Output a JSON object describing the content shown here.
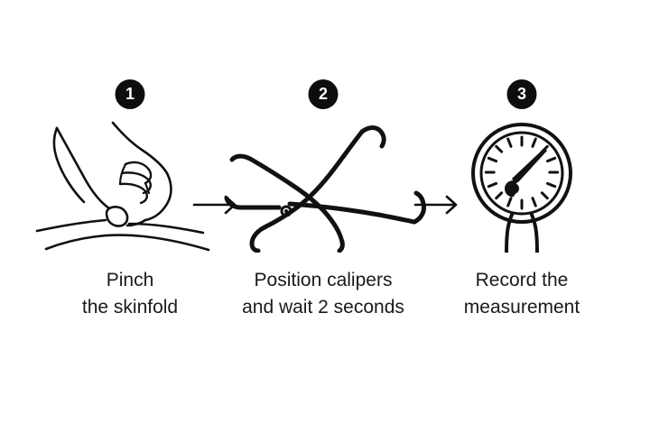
{
  "page": {
    "title": "Skinfold measurement three step instructional diagram",
    "background_color": "#ffffff",
    "ink_color": "#111111",
    "text_color": "#1a1a1a",
    "badge_background": "#0d0d0d",
    "badge_text_color": "#ffffff"
  },
  "steps": [
    {
      "number": "1",
      "caption": "Pinch\nthe skinfold",
      "caption_line_1": "Pinch",
      "caption_line_2": "the skinfold",
      "illustration": "hand-pinching-skinfold"
    },
    {
      "number": "2",
      "caption": "Position calipers\nand wait 2 seconds",
      "caption_line_1": "Position calipers",
      "caption_line_2": "and wait 2 seconds",
      "illustration": "skinfold-calipers"
    },
    {
      "number": "3",
      "caption": "Record the\nmeasurement",
      "caption_line_1": "Record the",
      "caption_line_2": "measurement",
      "illustration": "dial-gauge-calipers"
    }
  ],
  "connectors": [
    {
      "name": "arrow-step-1-to-2",
      "direction": "right"
    },
    {
      "name": "arrow-step-2-to-3",
      "direction": "right"
    }
  ]
}
